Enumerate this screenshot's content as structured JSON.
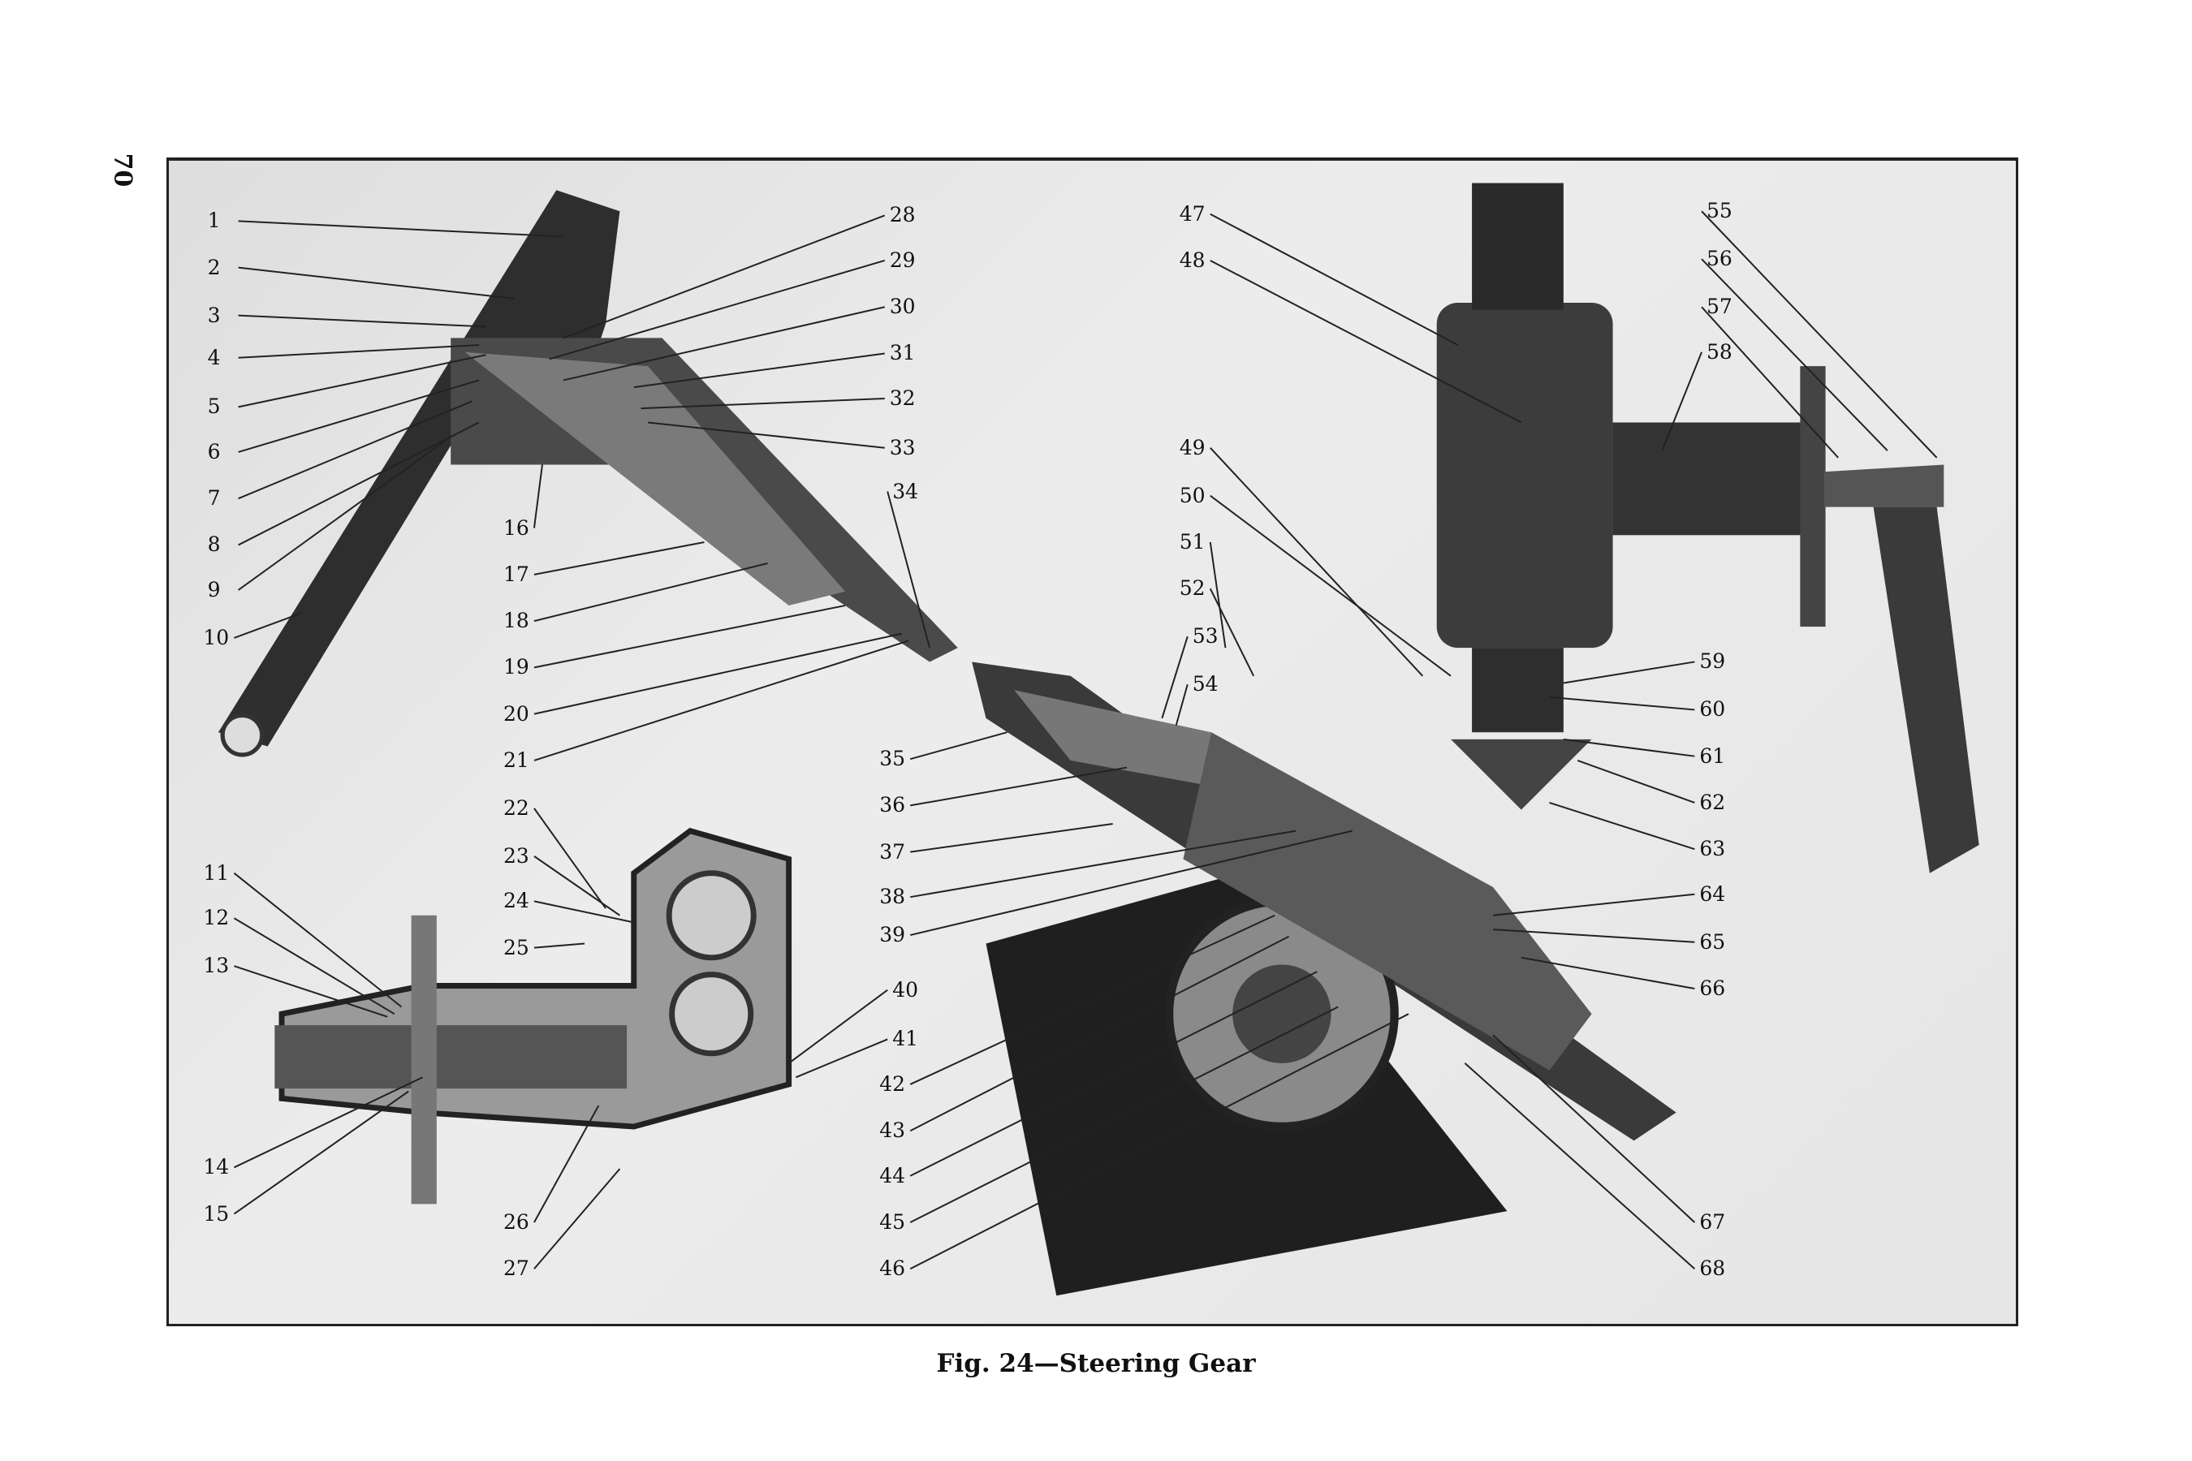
{
  "page_number": "70",
  "caption": "Fig. 24—Steering Gear",
  "callouts": [
    "1",
    "2",
    "3",
    "4",
    "5",
    "6",
    "7",
    "8",
    "9",
    "10",
    "11",
    "12",
    "13",
    "14",
    "15",
    "16",
    "17",
    "18",
    "19",
    "20",
    "21",
    "22",
    "23",
    "24",
    "25",
    "26",
    "27",
    "28",
    "29",
    "30",
    "31",
    "32",
    "33",
    "34",
    "35",
    "36",
    "37",
    "38",
    "39",
    "40",
    "41",
    "42",
    "43",
    "44",
    "45",
    "46",
    "47",
    "48",
    "49",
    "50",
    "51",
    "52",
    "53",
    "54",
    "55",
    "56",
    "57",
    "58",
    "59",
    "60",
    "61",
    "62",
    "63",
    "64",
    "65",
    "66",
    "67",
    "68"
  ],
  "colors": {
    "plate_bg": "#e6e6e6",
    "part_dark": "#2a2a2a",
    "part_mid": "#6a6a6a",
    "ink": "#111111"
  }
}
